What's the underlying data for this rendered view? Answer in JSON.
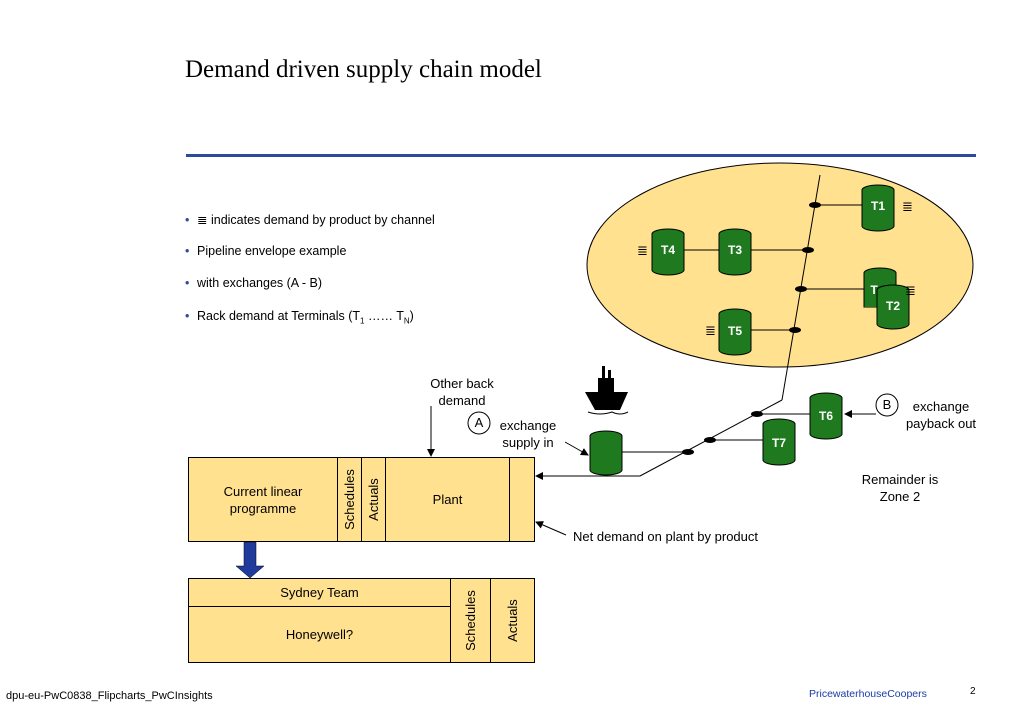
{
  "title": "Demand driven supply chain model",
  "bullets": [
    {
      "symbol": "≣",
      "text": "indicates demand by product by channel"
    },
    {
      "text": "Pipeline envelope example"
    },
    {
      "text": "with exchanges (A - B)"
    },
    {
      "text": "Rack demand at Terminals (T",
      "sub1": "1",
      "mid": " …… T",
      "sub2": "N",
      "end": ")"
    }
  ],
  "terminals": {
    "t1": "T1",
    "t2": "T2",
    "t3": "T3",
    "t4": "T4",
    "t5": "T5",
    "t6": "T6",
    "t7": "T7",
    "t_hidden": "T"
  },
  "demand_symbol": "≣",
  "labels": {
    "other_back_demand": "Other back demand",
    "exchange_a_circle": "A",
    "exchange_supply_in": "exchange supply in",
    "exchange_b_circle": "B",
    "exchange_payback_out": "exchange payback out",
    "remainder": "Remainder is Zone 2",
    "net_demand": "Net demand on plant by product"
  },
  "plant_box": {
    "current_linear": "Current linear programme",
    "schedules": "Schedules",
    "actuals": "Actuals",
    "plant": "Plant"
  },
  "sydney_box": {
    "team": "Sydney Team",
    "honeywell": "Honeywell?",
    "schedules": "Schedules",
    "actuals": "Actuals"
  },
  "footer": {
    "left": "dpu-eu-PwC0838_Flipcharts_PwCInsights",
    "brand": "PricewaterhouseCoopers",
    "page": "2"
  },
  "colors": {
    "accent": "#2e4a9c",
    "zone_fill": "#ffe18f",
    "terminal_green": "#1f7a1f",
    "box_fill": "#ffe18f",
    "arrow_blue": "#1f3c9c"
  }
}
